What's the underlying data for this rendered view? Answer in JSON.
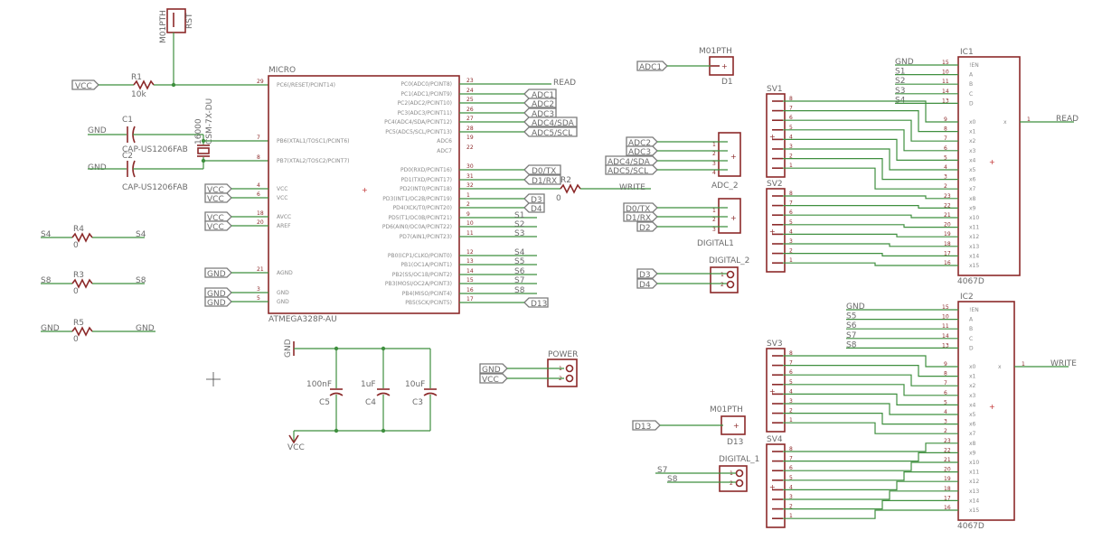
{
  "colors": {
    "wire": "#3f8f3f",
    "part": "#8c2a2a",
    "label": "#6b6b6b",
    "background": "#ffffff"
  },
  "rst_jumper": {
    "part": "M01PTH",
    "pin_label": "RST"
  },
  "r1": {
    "name": "R1",
    "value": "10k"
  },
  "c1": {
    "name": "C1",
    "value": "CAP-US1206FAB"
  },
  "c2": {
    "name": "C2",
    "value": "CAP-US1206FAB"
  },
  "crystal": {
    "value": "16000",
    "part": "CSM-7X-DU"
  },
  "micro": {
    "name": "MICRO",
    "value": "ATMEGA328P-AU",
    "left_pins": [
      {
        "num": "29",
        "name": "PC6(/RESET/PCINT14)"
      },
      {
        "num": "7",
        "name": "PB6(XTAL1/TOSC1/PCINT6)"
      },
      {
        "num": "8",
        "name": "PB7(XTAL2/TOSC2/PCINT7)"
      },
      {
        "num": "4",
        "name": "VCC"
      },
      {
        "num": "6",
        "name": "VCC"
      },
      {
        "num": "18",
        "name": "AVCC"
      },
      {
        "num": "20",
        "name": "AREF"
      },
      {
        "num": "21",
        "name": "AGND"
      },
      {
        "num": "3",
        "name": "GND"
      },
      {
        "num": "5",
        "name": "GND"
      }
    ],
    "right_pins": [
      {
        "num": "23",
        "name": "PC0(ADC0/PCINT8)"
      },
      {
        "num": "24",
        "name": "PC1(ADC1/PCINT9)"
      },
      {
        "num": "25",
        "name": "PC2(ADC2/PCINT10)"
      },
      {
        "num": "26",
        "name": "PC3(ADC3/PCINT11)"
      },
      {
        "num": "27",
        "name": "PC4(ADC4/SDA/PCINT12)"
      },
      {
        "num": "28",
        "name": "PC5(ADC5/SCL/PCINT13)"
      },
      {
        "num": "19",
        "name": "ADC6"
      },
      {
        "num": "22",
        "name": "ADC7"
      },
      {
        "num": "30",
        "name": "PD0(RXD/PCINT16)"
      },
      {
        "num": "31",
        "name": "PD1(TXD/PCINT17)"
      },
      {
        "num": "32",
        "name": "PD2(INT0/PCINT18)"
      },
      {
        "num": "1",
        "name": "PD3(INT1/OC2B/PCINT19)"
      },
      {
        "num": "2",
        "name": "PD4(XCK/T0/PCINT20)"
      },
      {
        "num": "9",
        "name": "PD5(T1/OC0B/PCINT21)"
      },
      {
        "num": "10",
        "name": "PD6(AIN0/OC0A/PCINT22)"
      },
      {
        "num": "11",
        "name": "PD7(AIN1/PCINT23)"
      },
      {
        "num": "12",
        "name": "PB0(ICP1/CLKO/PCINT0)"
      },
      {
        "num": "13",
        "name": "PB1(OC1A/PCINT1)"
      },
      {
        "num": "14",
        "name": "PB2(SS/OC1B/PCINT2)"
      },
      {
        "num": "15",
        "name": "PB3(MOSI/OC2A/PCINT3)"
      },
      {
        "num": "16",
        "name": "PB4(MISO/PCINT4)"
      },
      {
        "num": "17",
        "name": "PB5(SCK/PCINT5)"
      }
    ]
  },
  "flags": {
    "vcc": "VCC",
    "gnd": "GND",
    "adc1": "ADC1",
    "adc2": "ADC2",
    "adc3": "ADC3",
    "adc4": "ADC4/SDA",
    "adc5": "ADC5/SCL",
    "d0": "D0/TX",
    "d1": "D1/RX",
    "d2": "D2",
    "d3": "D3",
    "d4": "D4",
    "d13": "D13"
  },
  "nets": {
    "read": "READ",
    "write": "WRITE",
    "s1": "S1",
    "s2": "S2",
    "s3": "S3",
    "s4": "S4",
    "s5": "S5",
    "s6": "S6",
    "s7": "S7",
    "s8": "S8"
  },
  "r2": {
    "name": "R2",
    "value": "0"
  },
  "r3": {
    "name": "R3",
    "value": "0"
  },
  "r4": {
    "name": "R4",
    "value": "0"
  },
  "r5": {
    "name": "R5",
    "value": "0"
  },
  "caps": [
    {
      "name": "C5",
      "value": "100nF"
    },
    {
      "name": "C4",
      "value": "1uF"
    },
    {
      "name": "C3",
      "value": "10uF"
    }
  ],
  "power": {
    "name": "POWER"
  },
  "d1_jumper": {
    "part": "M01PTH",
    "name": "D1"
  },
  "d13_jumper": {
    "part": "M01PTH",
    "name": "D13"
  },
  "adc_2": {
    "name": "ADC_2",
    "pins": [
      "1",
      "2",
      "3",
      "4"
    ]
  },
  "digital1": {
    "name": "DIGITAL1",
    "pins": [
      "1",
      "2",
      "3"
    ]
  },
  "digital_2": {
    "name": "DIGITAL_2"
  },
  "digital_1": {
    "name": "DIGITAL_1"
  },
  "sv1": {
    "name": "SV1",
    "pins": [
      "8",
      "7",
      "6",
      "5",
      "4",
      "3",
      "2",
      "1"
    ]
  },
  "sv2": {
    "name": "SV2",
    "pins": [
      "8",
      "7",
      "6",
      "5",
      "4",
      "3",
      "2",
      "1"
    ]
  },
  "sv3": {
    "name": "SV3",
    "pins": [
      "8",
      "7",
      "6",
      "5",
      "4",
      "3",
      "2",
      "1"
    ]
  },
  "sv4": {
    "name": "SV4",
    "pins": [
      "8",
      "7",
      "6",
      "5",
      "4",
      "3",
      "2",
      "1"
    ]
  },
  "ic1": {
    "name": "IC1",
    "value": "4067D",
    "out_pin": "1",
    "out_name": "x"
  },
  "ic2": {
    "name": "IC2",
    "value": "4067D",
    "out_pin": "1",
    "out_name": "x"
  },
  "mux_ctrl": [
    {
      "num": "15",
      "name": "!EN"
    },
    {
      "num": "10",
      "name": "A"
    },
    {
      "num": "11",
      "name": "B"
    },
    {
      "num": "14",
      "name": "C"
    },
    {
      "num": "13",
      "name": "D"
    }
  ],
  "mux_inputs": [
    {
      "num": "9",
      "name": "x0"
    },
    {
      "num": "8",
      "name": "x1"
    },
    {
      "num": "7",
      "name": "x2"
    },
    {
      "num": "6",
      "name": "x3"
    },
    {
      "num": "5",
      "name": "x4"
    },
    {
      "num": "4",
      "name": "x5"
    },
    {
      "num": "3",
      "name": "x6"
    },
    {
      "num": "2",
      "name": "x7"
    },
    {
      "num": "23",
      "name": "x8"
    },
    {
      "num": "22",
      "name": "x9"
    },
    {
      "num": "21",
      "name": "x10"
    },
    {
      "num": "20",
      "name": "x11"
    },
    {
      "num": "19",
      "name": "x12"
    },
    {
      "num": "18",
      "name": "x13"
    },
    {
      "num": "17",
      "name": "x14"
    },
    {
      "num": "16",
      "name": "x15"
    }
  ],
  "ic1_ctrl_nets": [
    "GND",
    "S1",
    "S2",
    "S3",
    "S4"
  ],
  "ic2_ctrl_nets": [
    "GND",
    "S5",
    "S6",
    "S7",
    "S8"
  ]
}
